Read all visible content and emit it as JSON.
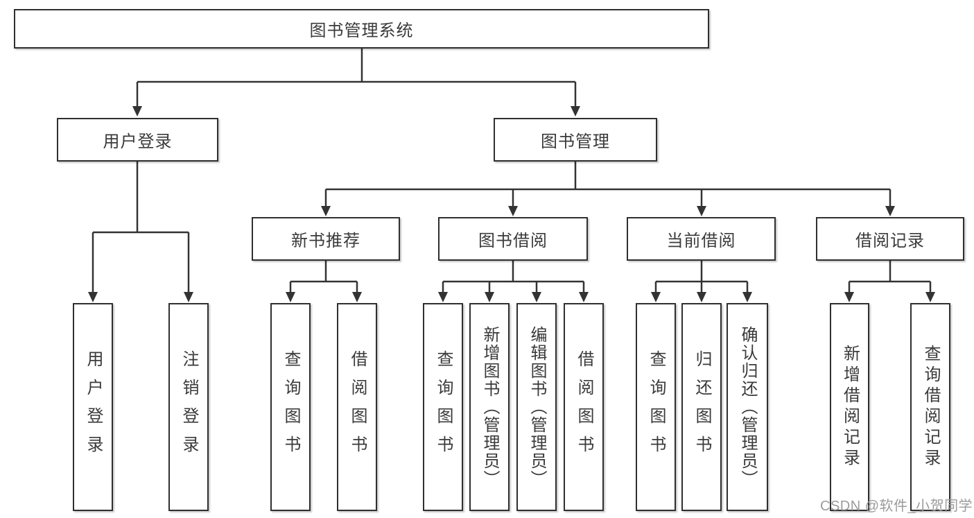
{
  "tree": {
    "label": "图书管理系统",
    "children": [
      {
        "label": "用户登录",
        "children": [
          {
            "label": "用户登录"
          },
          {
            "label": "注销登录"
          }
        ]
      },
      {
        "label": "图书管理",
        "children": [
          {
            "label": "新书推荐",
            "children": [
              {
                "label": "查询图书"
              },
              {
                "label": "借阅图书"
              }
            ]
          },
          {
            "label": "图书借阅",
            "children": [
              {
                "label": "查询图书"
              },
              {
                "label": "新增图书（管理员）"
              },
              {
                "label": "编辑图书（管理员）"
              },
              {
                "label": "借阅图书"
              }
            ]
          },
          {
            "label": "当前借阅",
            "children": [
              {
                "label": "查询图书"
              },
              {
                "label": "归还图书"
              },
              {
                "label": "确认归还（管理员）"
              }
            ]
          },
          {
            "label": "借阅记录",
            "children": [
              {
                "label": "新增借阅记录"
              },
              {
                "label": "查询借阅记录"
              }
            ]
          }
        ]
      }
    ]
  },
  "watermark": {
    "text": "CSDN @软件_小贺同学"
  },
  "colors": {
    "background": "#ffffff",
    "line": "#333333",
    "box_border": "#2f2f2f",
    "text": "#3a3a3a",
    "watermark": "#9b9b9b"
  }
}
